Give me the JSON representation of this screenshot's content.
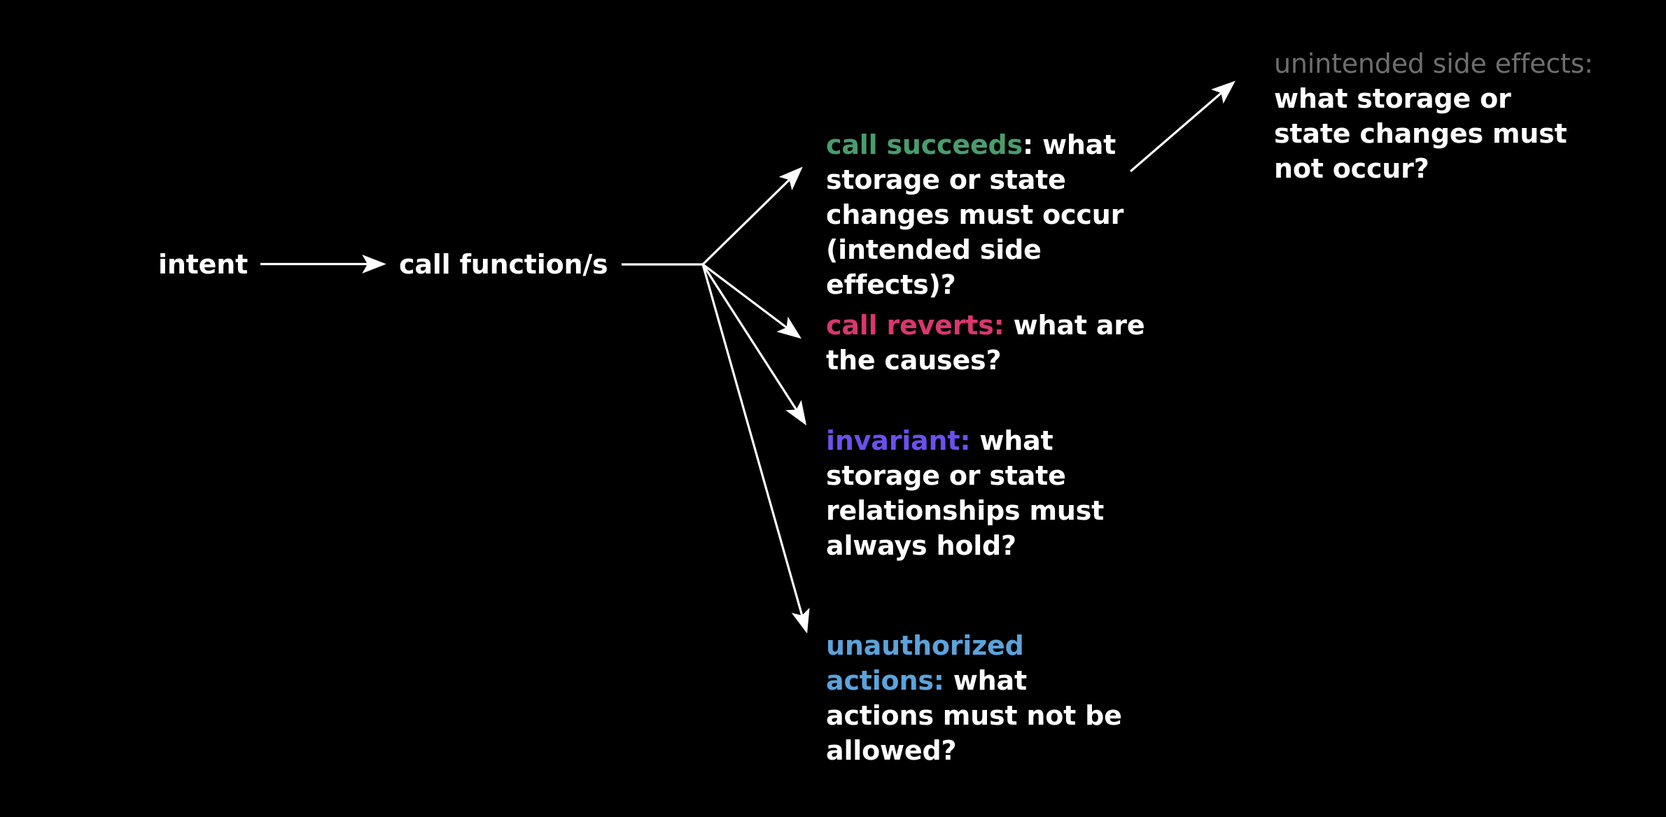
{
  "diagram": {
    "title": "intent decomposition into verification questions",
    "background_color": "#000000",
    "default_text_color": "#ffffff",
    "nodes": {
      "intent": {
        "label": "intent"
      },
      "call_function": {
        "label": "call function/s"
      },
      "call_succeeds": {
        "tag": "call succeeds",
        "separator": ":",
        "body": " what storage or state changes must occur (intended side effects)?",
        "color": "#4a9c6d",
        "separator_color": "#ffffff"
      },
      "call_reverts": {
        "tag": "call reverts:",
        "body": " what are the causes?",
        "color": "#d8376f"
      },
      "invariant": {
        "tag": "invariant:",
        "body": " what storage or state relationships must always hold?",
        "color": "#6c50ee"
      },
      "unauthorized_actions": {
        "tag": "unauthorized actions:",
        "body": " what actions must not be allowed?",
        "color": "#5ba3dc"
      },
      "unintended_side_effects": {
        "tag": "unintended side effects:",
        "body": " what storage or state changes must not occur?",
        "color": "#6e6e6e"
      }
    },
    "edges": [
      {
        "name": "intent-to-call-function",
        "from": "intent",
        "to": "call_function",
        "style": "straight-arrow"
      },
      {
        "name": "call-function-to-fanout",
        "from": "call_function",
        "to": "fanout-hub",
        "style": "plain-line"
      },
      {
        "name": "fanout-to-call-succeeds",
        "from": "fanout-hub",
        "to": "call_succeeds",
        "style": "straight-arrow"
      },
      {
        "name": "fanout-to-call-reverts",
        "from": "fanout-hub",
        "to": "call_reverts",
        "style": "straight-arrow"
      },
      {
        "name": "fanout-to-invariant",
        "from": "fanout-hub",
        "to": "invariant",
        "style": "straight-arrow"
      },
      {
        "name": "fanout-to-unauthorized-actions",
        "from": "fanout-hub",
        "to": "unauthorized_actions",
        "style": "straight-arrow"
      },
      {
        "name": "call-succeeds-to-unintended-side-effects",
        "from": "call_succeeds",
        "to": "unintended_side_effects",
        "style": "straight-arrow"
      }
    ]
  }
}
